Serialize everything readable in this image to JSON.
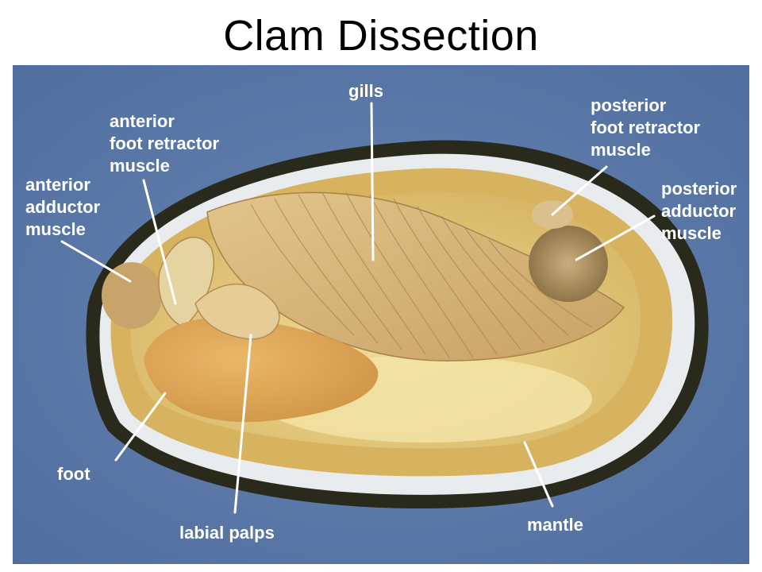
{
  "title": "Clam Dissection",
  "colors": {
    "background_blue": "#5b79a8",
    "label_text": "#ffffff"
  },
  "labels": {
    "gills": "gills",
    "anterior_foot_retractor": [
      "anterior",
      "foot retractor",
      "muscle"
    ],
    "anterior_adductor": [
      "anterior",
      "adductor",
      "muscle"
    ],
    "posterior_foot_retractor": [
      "posterior",
      "foot retractor",
      "muscle"
    ],
    "posterior_adductor": [
      "posterior",
      "adductor",
      "muscle"
    ],
    "foot": "foot",
    "labial_palps": "labial palps",
    "mantle": "mantle"
  }
}
